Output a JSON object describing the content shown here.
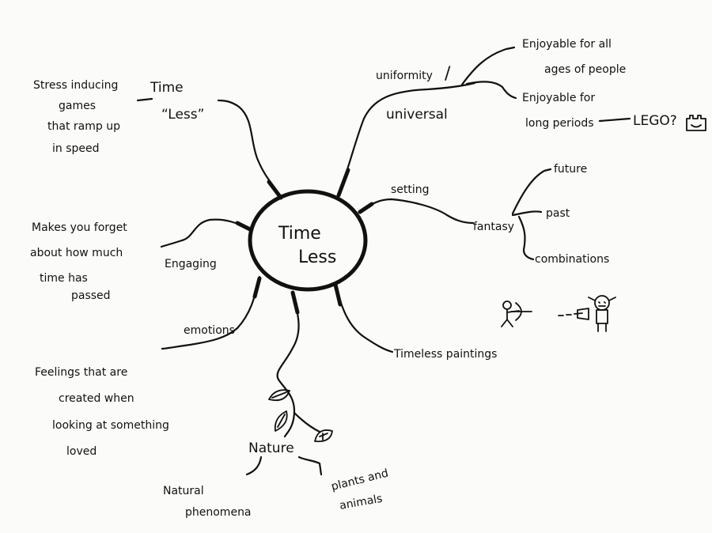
{
  "center": {
    "line1": "Time",
    "line2": "Less"
  },
  "branches": {
    "time_less": {
      "line1": "Time",
      "line2": "“Less”"
    },
    "stress": [
      "Stress inducing",
      "games",
      "that ramp up",
      "in speed"
    ],
    "uniformity": "uniformity",
    "slash": "/",
    "universal": "universal",
    "enjoy_all": [
      "Enjoyable for all",
      "ages of people"
    ],
    "enjoy_long": [
      "Enjoyable for",
      "long periods"
    ],
    "lego": "LEGO?",
    "setting": "setting",
    "fantasy": "fantasy",
    "future": "future",
    "past": "past",
    "combinations": "combinations",
    "engaging": "Engaging",
    "forget": [
      "Makes you forget",
      "about how much",
      "time has",
      "passed"
    ],
    "emotions": "emotions",
    "feelings": [
      "Feelings that are",
      "created when",
      "looking at something",
      "loved"
    ],
    "paintings": "Timeless paintings",
    "nature": "Nature",
    "phenomena": [
      "Natural",
      "phenomena"
    ],
    "plants": [
      "plants and",
      "animals"
    ]
  }
}
